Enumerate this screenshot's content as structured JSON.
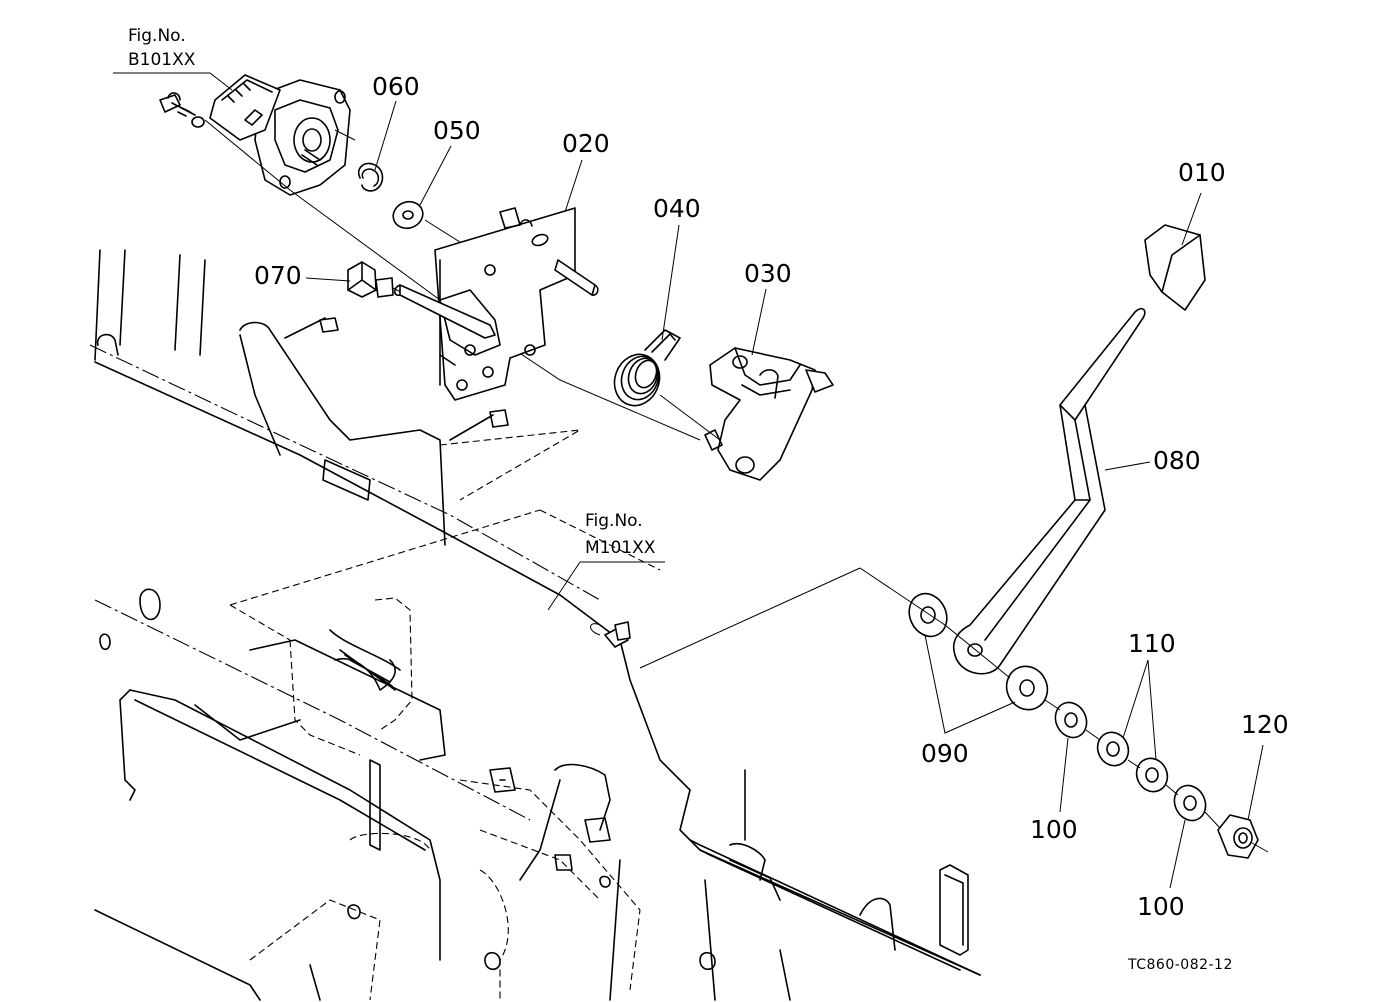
{
  "figure_refs": {
    "top": {
      "line1": "Fig.No.",
      "line2": "B101XX"
    },
    "middle": {
      "line1": "Fig.No.",
      "line2": "M101XX"
    }
  },
  "part_labels": {
    "p010": "010",
    "p020": "020",
    "p030": "030",
    "p040": "040",
    "p050": "050",
    "p060": "060",
    "p070": "070",
    "p080": "080",
    "p090": "090",
    "p100a": "100",
    "p100b": "100",
    "p110": "110",
    "p120": "120"
  },
  "drawing_number": "TC860-082-12"
}
